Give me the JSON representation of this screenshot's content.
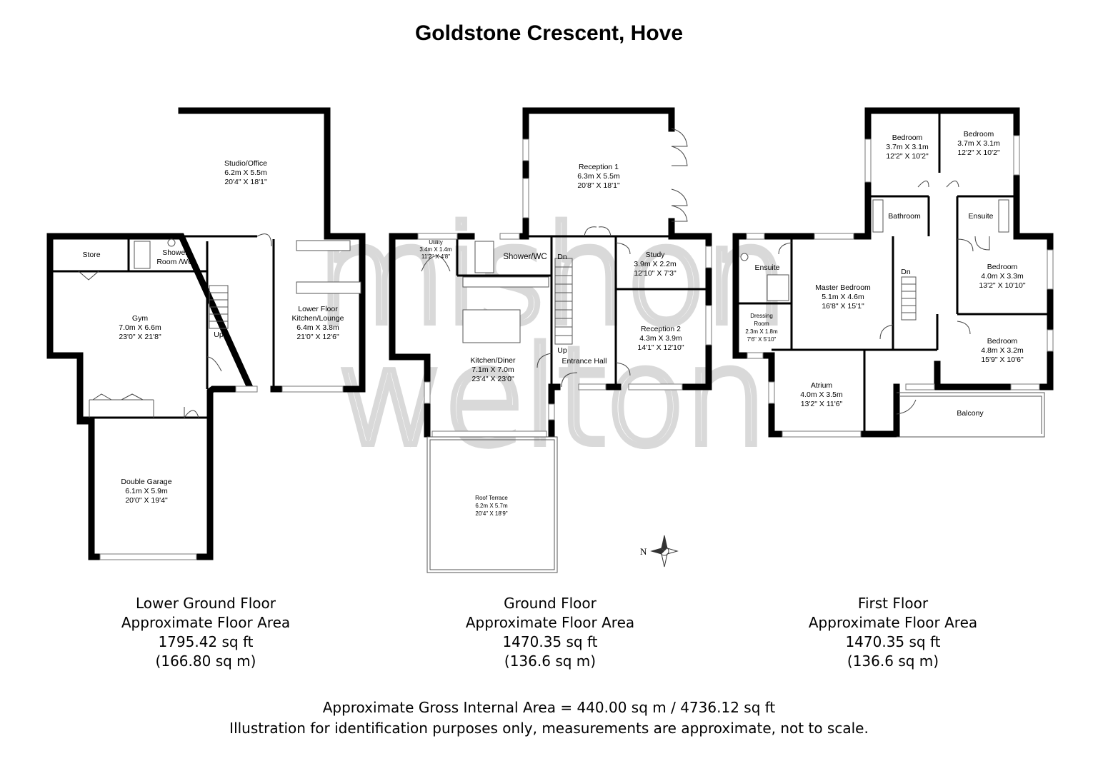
{
  "title": "Goldstone Crescent, Hove",
  "watermark": {
    "line1": "mishon",
    "line2": "welton",
    "color": "#d9d9d9"
  },
  "floors": [
    {
      "name": "Lower Ground Floor",
      "area_label": "Approximate Floor Area",
      "area_sqft": "1795.42 sq ft",
      "area_sqm": "(166.80 sq m)",
      "rooms": [
        {
          "name": "Studio/Office",
          "metric": "6.2m X 5.5m",
          "imperial": "20'4\" X 18'1\""
        },
        {
          "name": "Store"
        },
        {
          "name": "Shower",
          "name2": "Room /WC"
        },
        {
          "name": "Gym",
          "metric": "7.0m X 6.6m",
          "imperial": "23'0\" X 21'8\""
        },
        {
          "name": "Lower Floor",
          "name2": "Kitchen/Lounge",
          "metric": "6.4m X 3.8m",
          "imperial": "21'0\" X 12'6\""
        },
        {
          "name": "Double Garage",
          "metric": "6.1m X 5.9m",
          "imperial": "20'0\" X 19'4\""
        }
      ],
      "stair_label": "Up"
    },
    {
      "name": "Ground Floor",
      "area_label": "Approximate Floor Area",
      "area_sqft": "1470.35 sq ft",
      "area_sqm": "(136.6 sq m)",
      "rooms": [
        {
          "name": "Reception 1",
          "metric": "6.3m X 5.5m",
          "imperial": "20'8\" X 18'1\""
        },
        {
          "name": "Utility",
          "metric": "3.4m X 1.4m",
          "imperial": "11'2\" X 4'8\""
        },
        {
          "name": "Shower/WC"
        },
        {
          "name": "Study",
          "metric": "3.9m X 2.2m",
          "imperial": "12'10\" X 7'3\""
        },
        {
          "name": "Reception 2",
          "metric": "4.3m X 3.9m",
          "imperial": "14'1\" X 12'10\""
        },
        {
          "name": "Kitchen/Diner",
          "metric": "7.1m X 7.0m",
          "imperial": "23'4\" X 23'0\""
        },
        {
          "name": "Entrance Hall"
        },
        {
          "name": "Roof Terrace",
          "metric": "6.2m X 5.7m",
          "imperial": "20'4\" X 18'9\""
        }
      ],
      "stair_dn": "Dn",
      "stair_up": "Up"
    },
    {
      "name": "First Floor",
      "area_label": "Approximate Floor Area",
      "area_sqft": "1470.35 sq ft",
      "area_sqm": "(136.6 sq m)",
      "rooms": [
        {
          "name": "Bedroom",
          "metric": "3.7m X 3.1m",
          "imperial": "12'2\" X 10'2\""
        },
        {
          "name": "Bedroom",
          "metric": "3.7m X 3.1m",
          "imperial": "12'2\" X 10'2\""
        },
        {
          "name": "Bathroom"
        },
        {
          "name": "Ensuite"
        },
        {
          "name": "Ensuite"
        },
        {
          "name": "Master Bedroom",
          "metric": "5.1m X 4.6m",
          "imperial": "16'8\" X 15'1\""
        },
        {
          "name": "Dressing",
          "name2": "Room",
          "metric": "2.3m X 1.8m",
          "imperial": "7'6\" X 5'10\""
        },
        {
          "name": "Bedroom",
          "metric": "4.0m X 3.3m",
          "imperial": "13'2\" X 10'10\""
        },
        {
          "name": "Bedroom",
          "metric": "4.8m X 3.2m",
          "imperial": "15'9\" X 10'6\""
        },
        {
          "name": "Atrium",
          "metric": "4.0m X 3.5m",
          "imperial": "13'2\" X 11'6\""
        },
        {
          "name": "Balcony"
        }
      ],
      "stair_dn": "Dn"
    }
  ],
  "compass_label": "N",
  "footer": {
    "gross_area": "Approximate Gross Internal Area = 440.00 sq m / 4736.12 sq ft",
    "disclaimer": "Illustration for identification purposes only, measurements are approximate, not to scale."
  }
}
